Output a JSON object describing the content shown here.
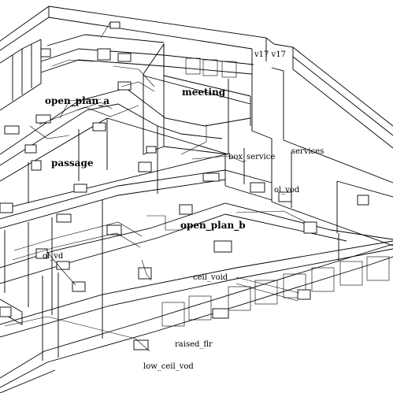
{
  "labels": {
    "v17": "v17  v17",
    "open_plan_a": "open_plan_a",
    "meeting": "meeting",
    "passage": "passage",
    "box_service": "box_service",
    "services": "services",
    "open_plan_b": "open_plan_b",
    "ceil_void": "ceil_void",
    "raised_flr": "raised_flr",
    "low_ceil_vod": "low_ceil_vod",
    "fragment_upper": "ol_vod",
    "fragment_lower": "ol_vd"
  }
}
